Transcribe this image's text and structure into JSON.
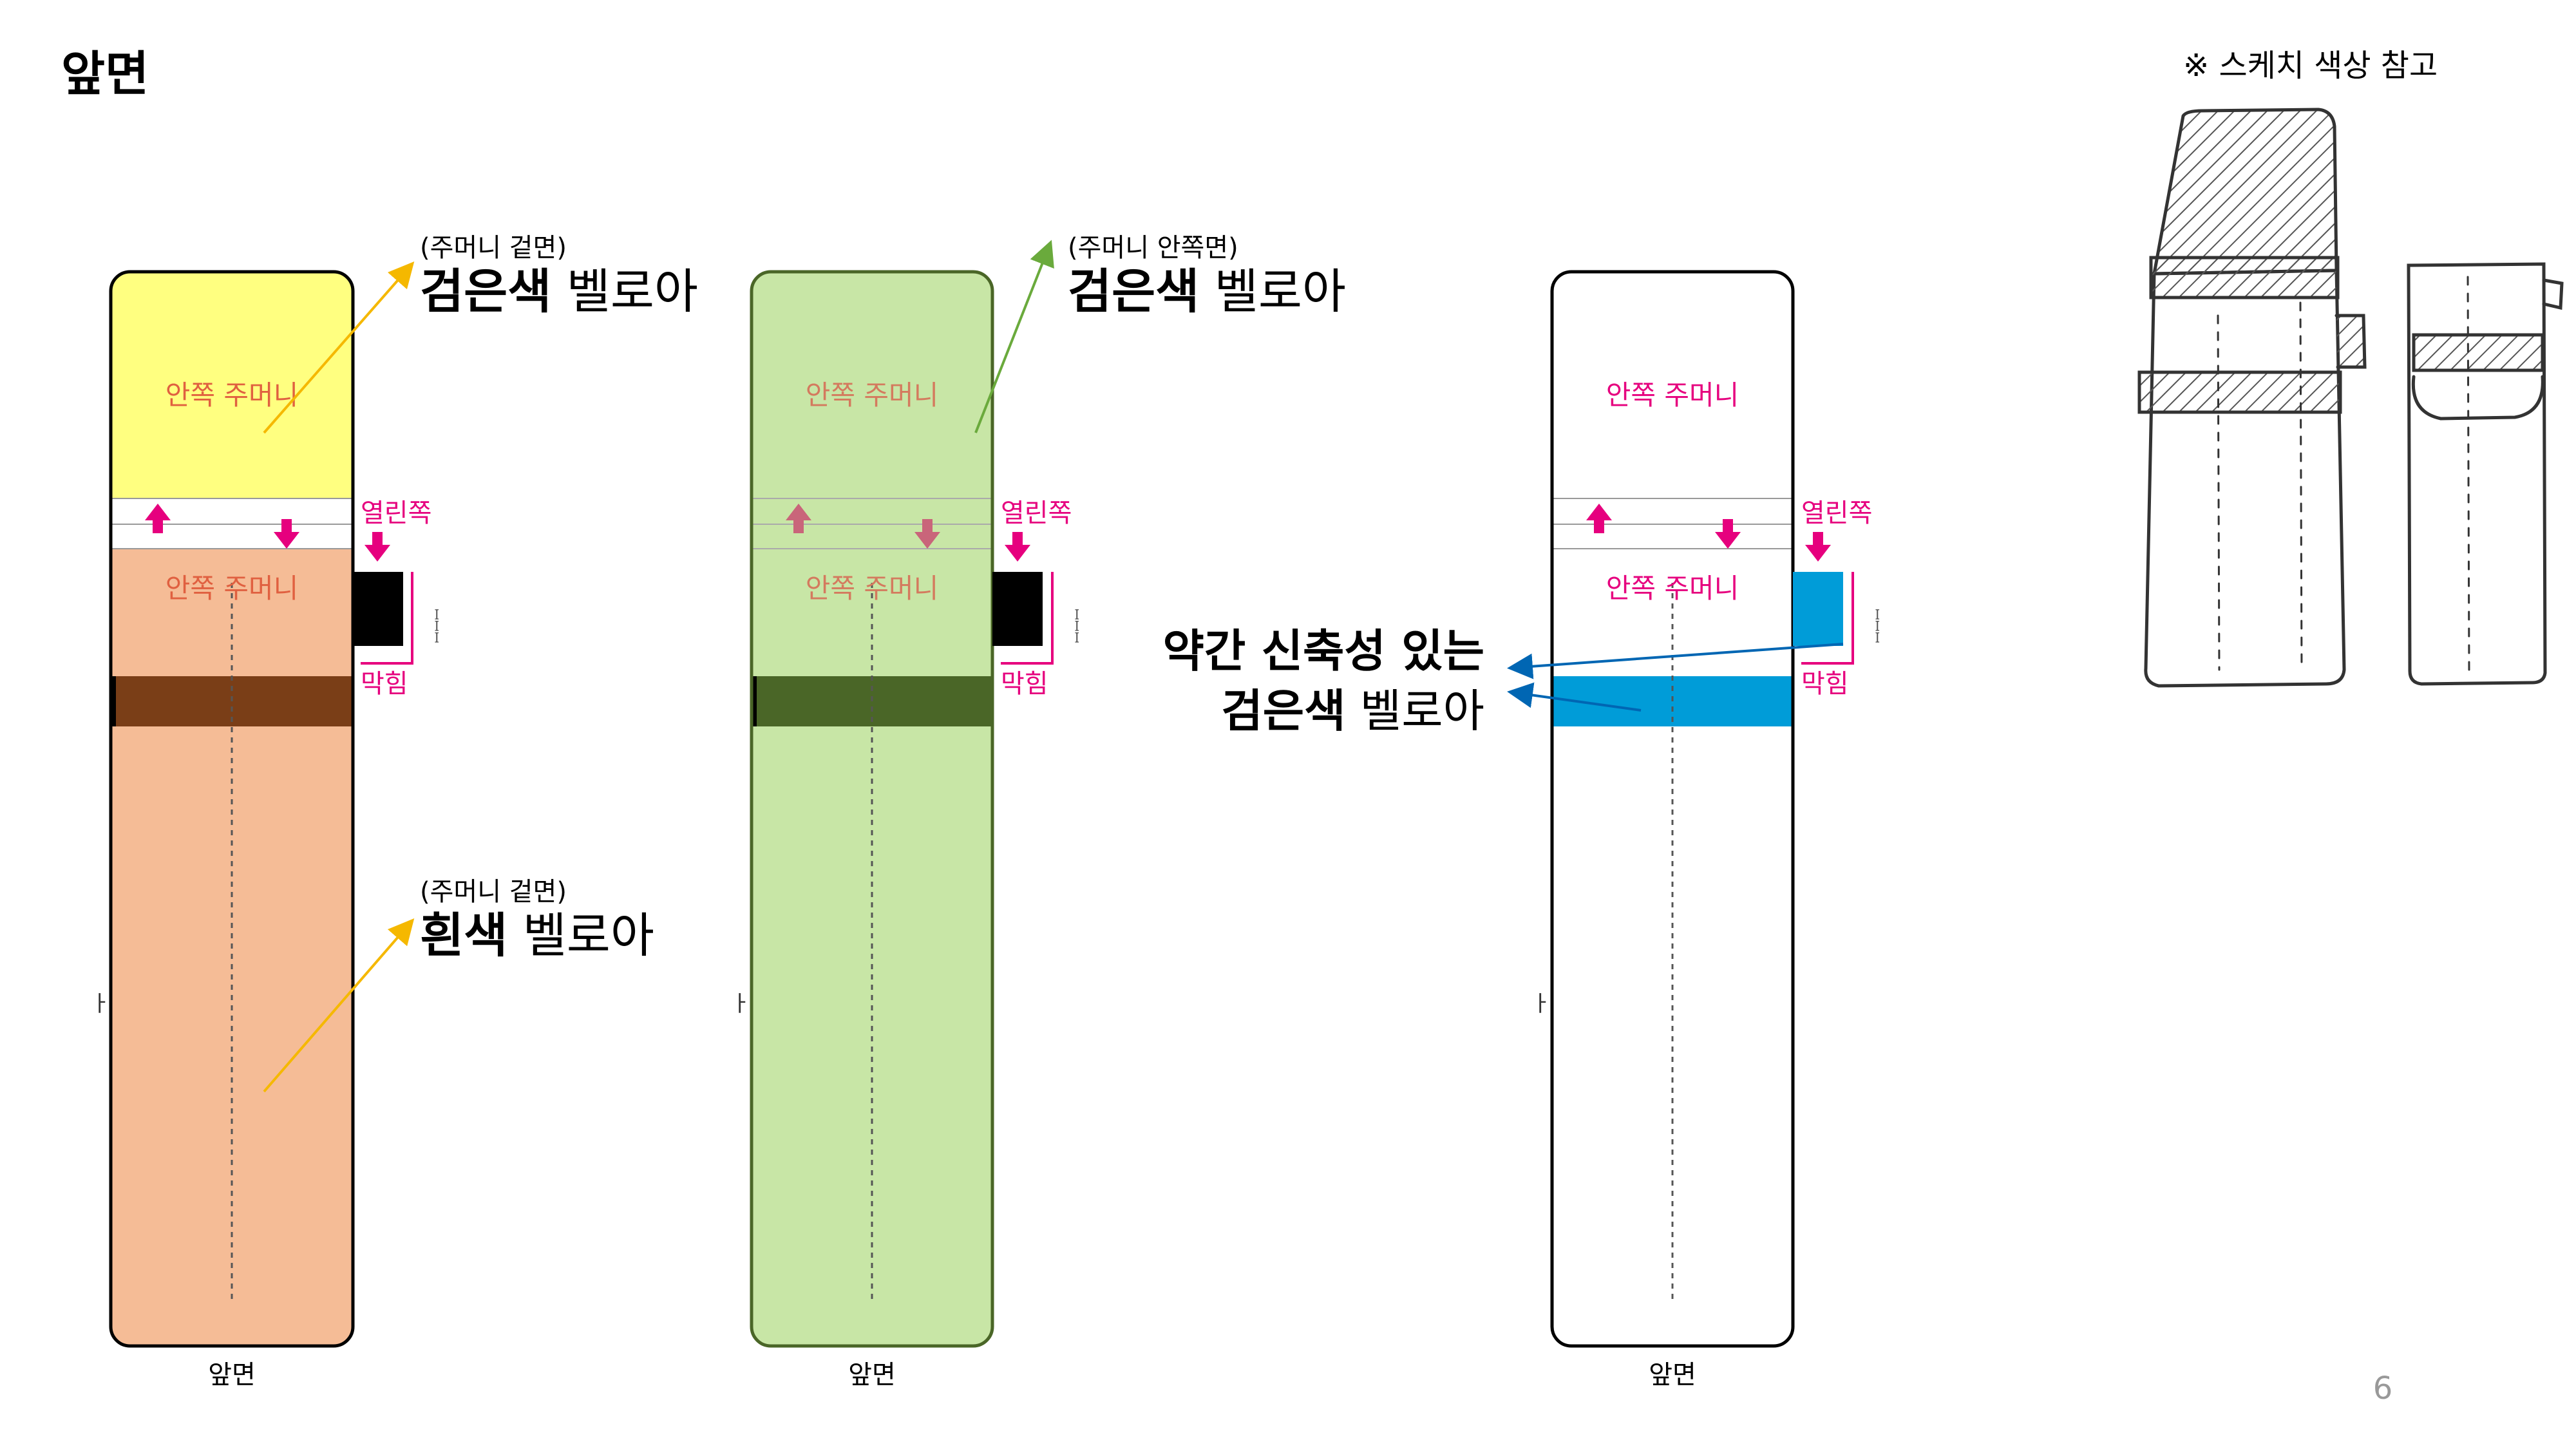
{
  "page": {
    "title": "앞면",
    "sketch_note": "※ 스케치 색상 참고",
    "page_number": "6"
  },
  "labels": {
    "inner_pocket": "안쪽 주머니",
    "open_side": "열린쪽",
    "closed": "막힘",
    "front": "앞면",
    "dim_mark": "ㅏ",
    "dim_vertical": "ꟷꟷꟷ"
  },
  "callouts": {
    "p1_top_small": "(주머니 겉면)",
    "p1_top_bold": "검은색",
    "p1_top_rest": " 벨로아",
    "p1_bottom_small": "(주머니 겉면)",
    "p1_bottom_bold": "흰색",
    "p1_bottom_rest": " 벨로아",
    "p2_top_small": "(주머니 안쪽면)",
    "p2_top_bold": "검은색",
    "p2_top_rest": " 벨로아",
    "p3_line1": "약간 신축성 있는",
    "p3_line2_bold": "검은색",
    "p3_line2_rest": " 벨로아"
  },
  "colors": {
    "yellow_area": "#FFFF80",
    "peach_body": "#F5BC96",
    "brown_band": "#7A3E17",
    "green_body": "#C8E6A6",
    "dark_green_band": "#4A6627",
    "blue_accent": "#009CD8",
    "magenta": "#E6007E",
    "yellow_arrow": "#F5B800",
    "green_arrow": "#6AAA3C",
    "blue_arrow": "#0066B3",
    "inner_text_p1": "#E06040",
    "inner_text_p2": "#D47A5E",
    "inner_text_p3": "#E6007E"
  }
}
